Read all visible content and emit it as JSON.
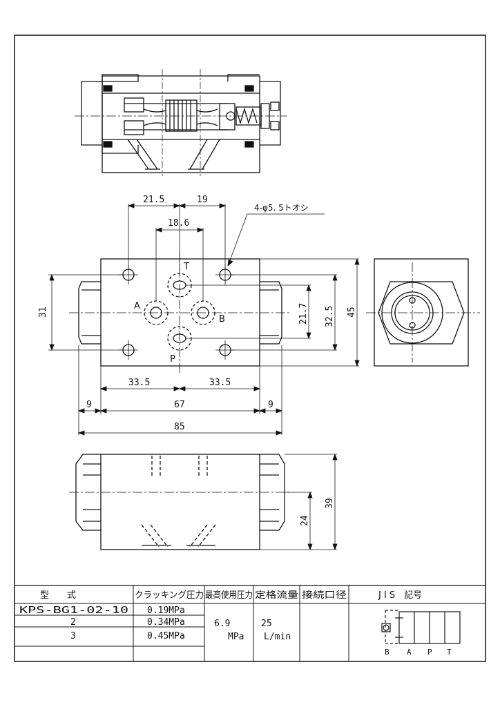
{
  "dimensions": {
    "d_21_5": "21.5",
    "d_19": "19",
    "d_18_6": "18.6",
    "hole_note": "4-φ5. 5トオシ",
    "d_31": "31",
    "d_21_7": "21.7",
    "d_32_5": "32.5",
    "d_45": "45",
    "d_33_5_left": "33.5",
    "d_33_5_right": "33.5",
    "d_9_left": "9",
    "d_67": "67",
    "d_9_right": "9",
    "d_85": "85",
    "d_24": "24",
    "d_39": "39"
  },
  "ports": {
    "t": "T",
    "a": "A",
    "b": "B",
    "p": "P"
  },
  "table": {
    "headers": {
      "model": "型　　式",
      "cracking": "クラッキング圧力",
      "max_pressure": "最高使用圧力",
      "rated_flow": "定格流量",
      "connection": "接続口径",
      "jis": "J I S　記号"
    },
    "rows": [
      {
        "model": "KPS-BG1-02-10",
        "cracking": "0.19MPa"
      },
      {
        "model": "2",
        "cracking": "0.34MPa"
      },
      {
        "model": "3",
        "cracking": "0.45MPa"
      }
    ],
    "max_pressure_value": "6.9",
    "max_pressure_unit": "MPa",
    "rated_flow_value": "25",
    "rated_flow_unit": "L/min",
    "jis_ports": {
      "b": "B",
      "a": "A",
      "p": "P",
      "t": "T"
    }
  }
}
